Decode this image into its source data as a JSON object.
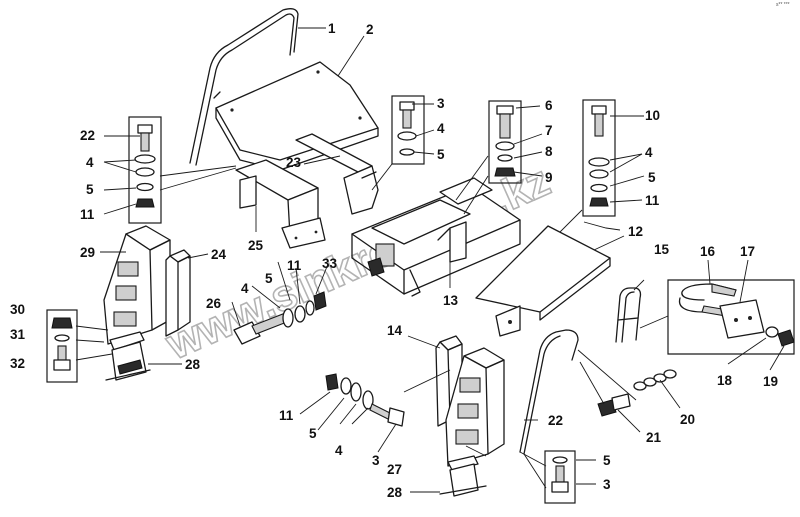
{
  "diagram": {
    "watermark": "www.sinkron-too.kz",
    "corner_mark": "s** ***",
    "callouts": [
      "1",
      "2",
      "3",
      "4",
      "5",
      "6",
      "7",
      "8",
      "9",
      "10",
      "11",
      "12",
      "13",
      "14",
      "15",
      "16",
      "17",
      "18",
      "19",
      "20",
      "21",
      "22",
      "23",
      "24",
      "25",
      "26",
      "27",
      "28",
      "29",
      "30",
      "31",
      "32",
      "33"
    ],
    "labels": {
      "l1": "1",
      "l2": "2",
      "l3": "3",
      "l4": "4",
      "l5": "5",
      "l6": "6",
      "l7": "7",
      "l8": "8",
      "l9": "9",
      "l10": "10",
      "l22a": "22",
      "l4a": "4",
      "l5a": "5",
      "l11a": "11",
      "l23": "23",
      "l4b": "4",
      "l5b": "5",
      "l11b": "11",
      "l12": "12",
      "l13": "13",
      "l25": "25",
      "l29": "29",
      "l24": "24",
      "l11c": "11",
      "l5c": "5",
      "l33": "33",
      "l4c": "4",
      "l26": "26",
      "l15": "15",
      "l16": "16",
      "l17": "17",
      "l18": "18",
      "l19": "19",
      "l30": "30",
      "l31": "31",
      "l32": "32",
      "l28a": "28",
      "l14": "14",
      "l11d": "11",
      "l5d": "5",
      "l4d": "4",
      "l3d": "3",
      "l22b": "22",
      "l20": "20",
      "l21": "21",
      "l27": "27",
      "l5e": "5",
      "l3e": "3",
      "l28b": "28"
    }
  }
}
